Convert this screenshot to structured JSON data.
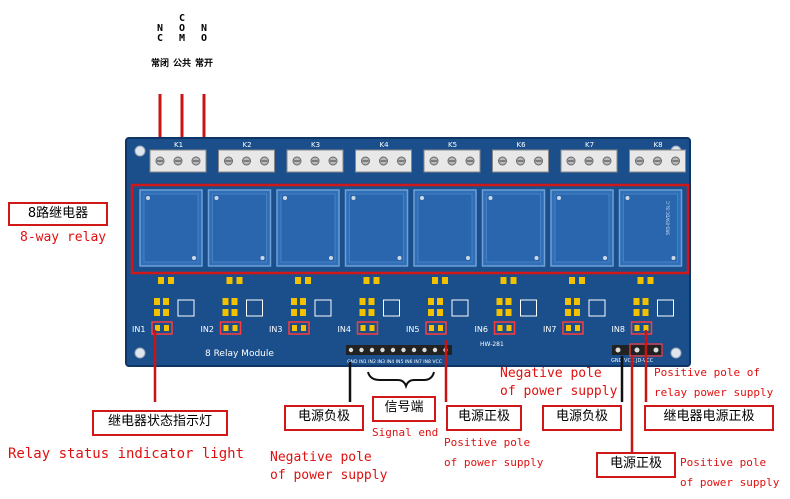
{
  "top_labels": {
    "nc": "NC",
    "com": "COM",
    "no": "NO",
    "nc_sub": "常闭",
    "com_sub": "公共",
    "no_sub": "常开"
  },
  "board": {
    "relay_names": [
      "K1",
      "K2",
      "K3",
      "K4",
      "K5",
      "K6",
      "K7",
      "K8"
    ],
    "inputs": [
      "IN1",
      "IN2",
      "IN3",
      "IN4",
      "IN5",
      "IN6",
      "IN7",
      "IN8"
    ],
    "module_title": "8 Relay Module",
    "model": "HW-281",
    "pin_header": "GND IN1 IN2 IN3 IN4 IN5 IN6 IN7 IN8 VCC",
    "power_header": "GND VCC JD-VCC",
    "relay_marking": "SRD-05VDC-SL-C"
  },
  "annotations": {
    "relay_cn": "8路继电器",
    "relay_en": "8-way relay",
    "indicator_cn": "继电器状态指示灯",
    "indicator_en": "Relay status indicator light",
    "neg_left_cn": "电源负极",
    "neg_left_en_1": "Negative pole",
    "neg_left_en_2": "of power supply",
    "signal_cn": "信号端",
    "signal_en": "Signal end",
    "pos_mid_cn": "电源正极",
    "pos_mid_en_1": "Positive pole",
    "pos_mid_en_2": "of power supply",
    "neg_right_en_1": "Negative pole",
    "neg_right_en_2": "of power supply",
    "neg_right_cn": "电源负极",
    "relay_pos_en_1": "Positive pole of",
    "relay_pos_en_2": "relay power supply",
    "relay_pos_cn": "继电器电源正极",
    "pos_bottom_cn": "电源正极",
    "pos_bottom_en_1": "Positive pole",
    "pos_bottom_en_2": "of power supply"
  },
  "colors": {
    "pcb": "#1a4f8c",
    "annotation_red": "#e01010",
    "connector": "#2b2b2b",
    "pad_gold": "#f2c200"
  }
}
